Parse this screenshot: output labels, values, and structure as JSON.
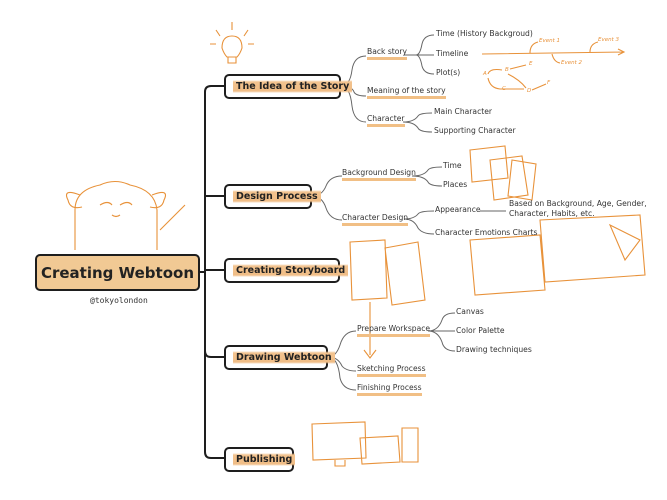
{
  "root": {
    "label": "Creating Webtoon",
    "credit": "@tokyolondon"
  },
  "colors": {
    "accent": "#f1bf85",
    "sketch": "#e8923a",
    "line": "#1e1e1e",
    "branch": "#666666"
  },
  "branches": [
    {
      "label": "The Idea of the Story",
      "children": [
        {
          "label": "Back story",
          "children": [
            "Time (History Backgroud)",
            "Timeline",
            "Plot(s)"
          ]
        },
        {
          "label": "Meaning of the story",
          "children": []
        },
        {
          "label": "Character",
          "children": [
            "Main Character",
            "Supporting Character"
          ]
        }
      ]
    },
    {
      "label": "Design Process",
      "children": [
        {
          "label": "Background Design",
          "children": [
            "Time",
            "Places"
          ]
        },
        {
          "label": "Character Design",
          "children": [
            "Appearance",
            "Character Emotions Charts"
          ],
          "note": "Based on Background, Age, Gender, Character, Habits, etc."
        }
      ]
    },
    {
      "label": "Creating Storyboard",
      "children": []
    },
    {
      "label": "Drawing Webtoon",
      "children": [
        {
          "label": "Prepare Workspace",
          "children": [
            "Canvas",
            "Color Palette",
            "Drawing techniques"
          ]
        },
        {
          "label": "Sketching Process",
          "children": []
        },
        {
          "label": "Finishing Process",
          "children": []
        }
      ]
    },
    {
      "label": "Publishing",
      "children": []
    }
  ],
  "timeline_sketch": {
    "events": [
      "Event 1",
      "Event 2",
      "Event 3"
    ],
    "plot_nodes": [
      "A",
      "B",
      "C",
      "D",
      "E",
      "F"
    ]
  }
}
